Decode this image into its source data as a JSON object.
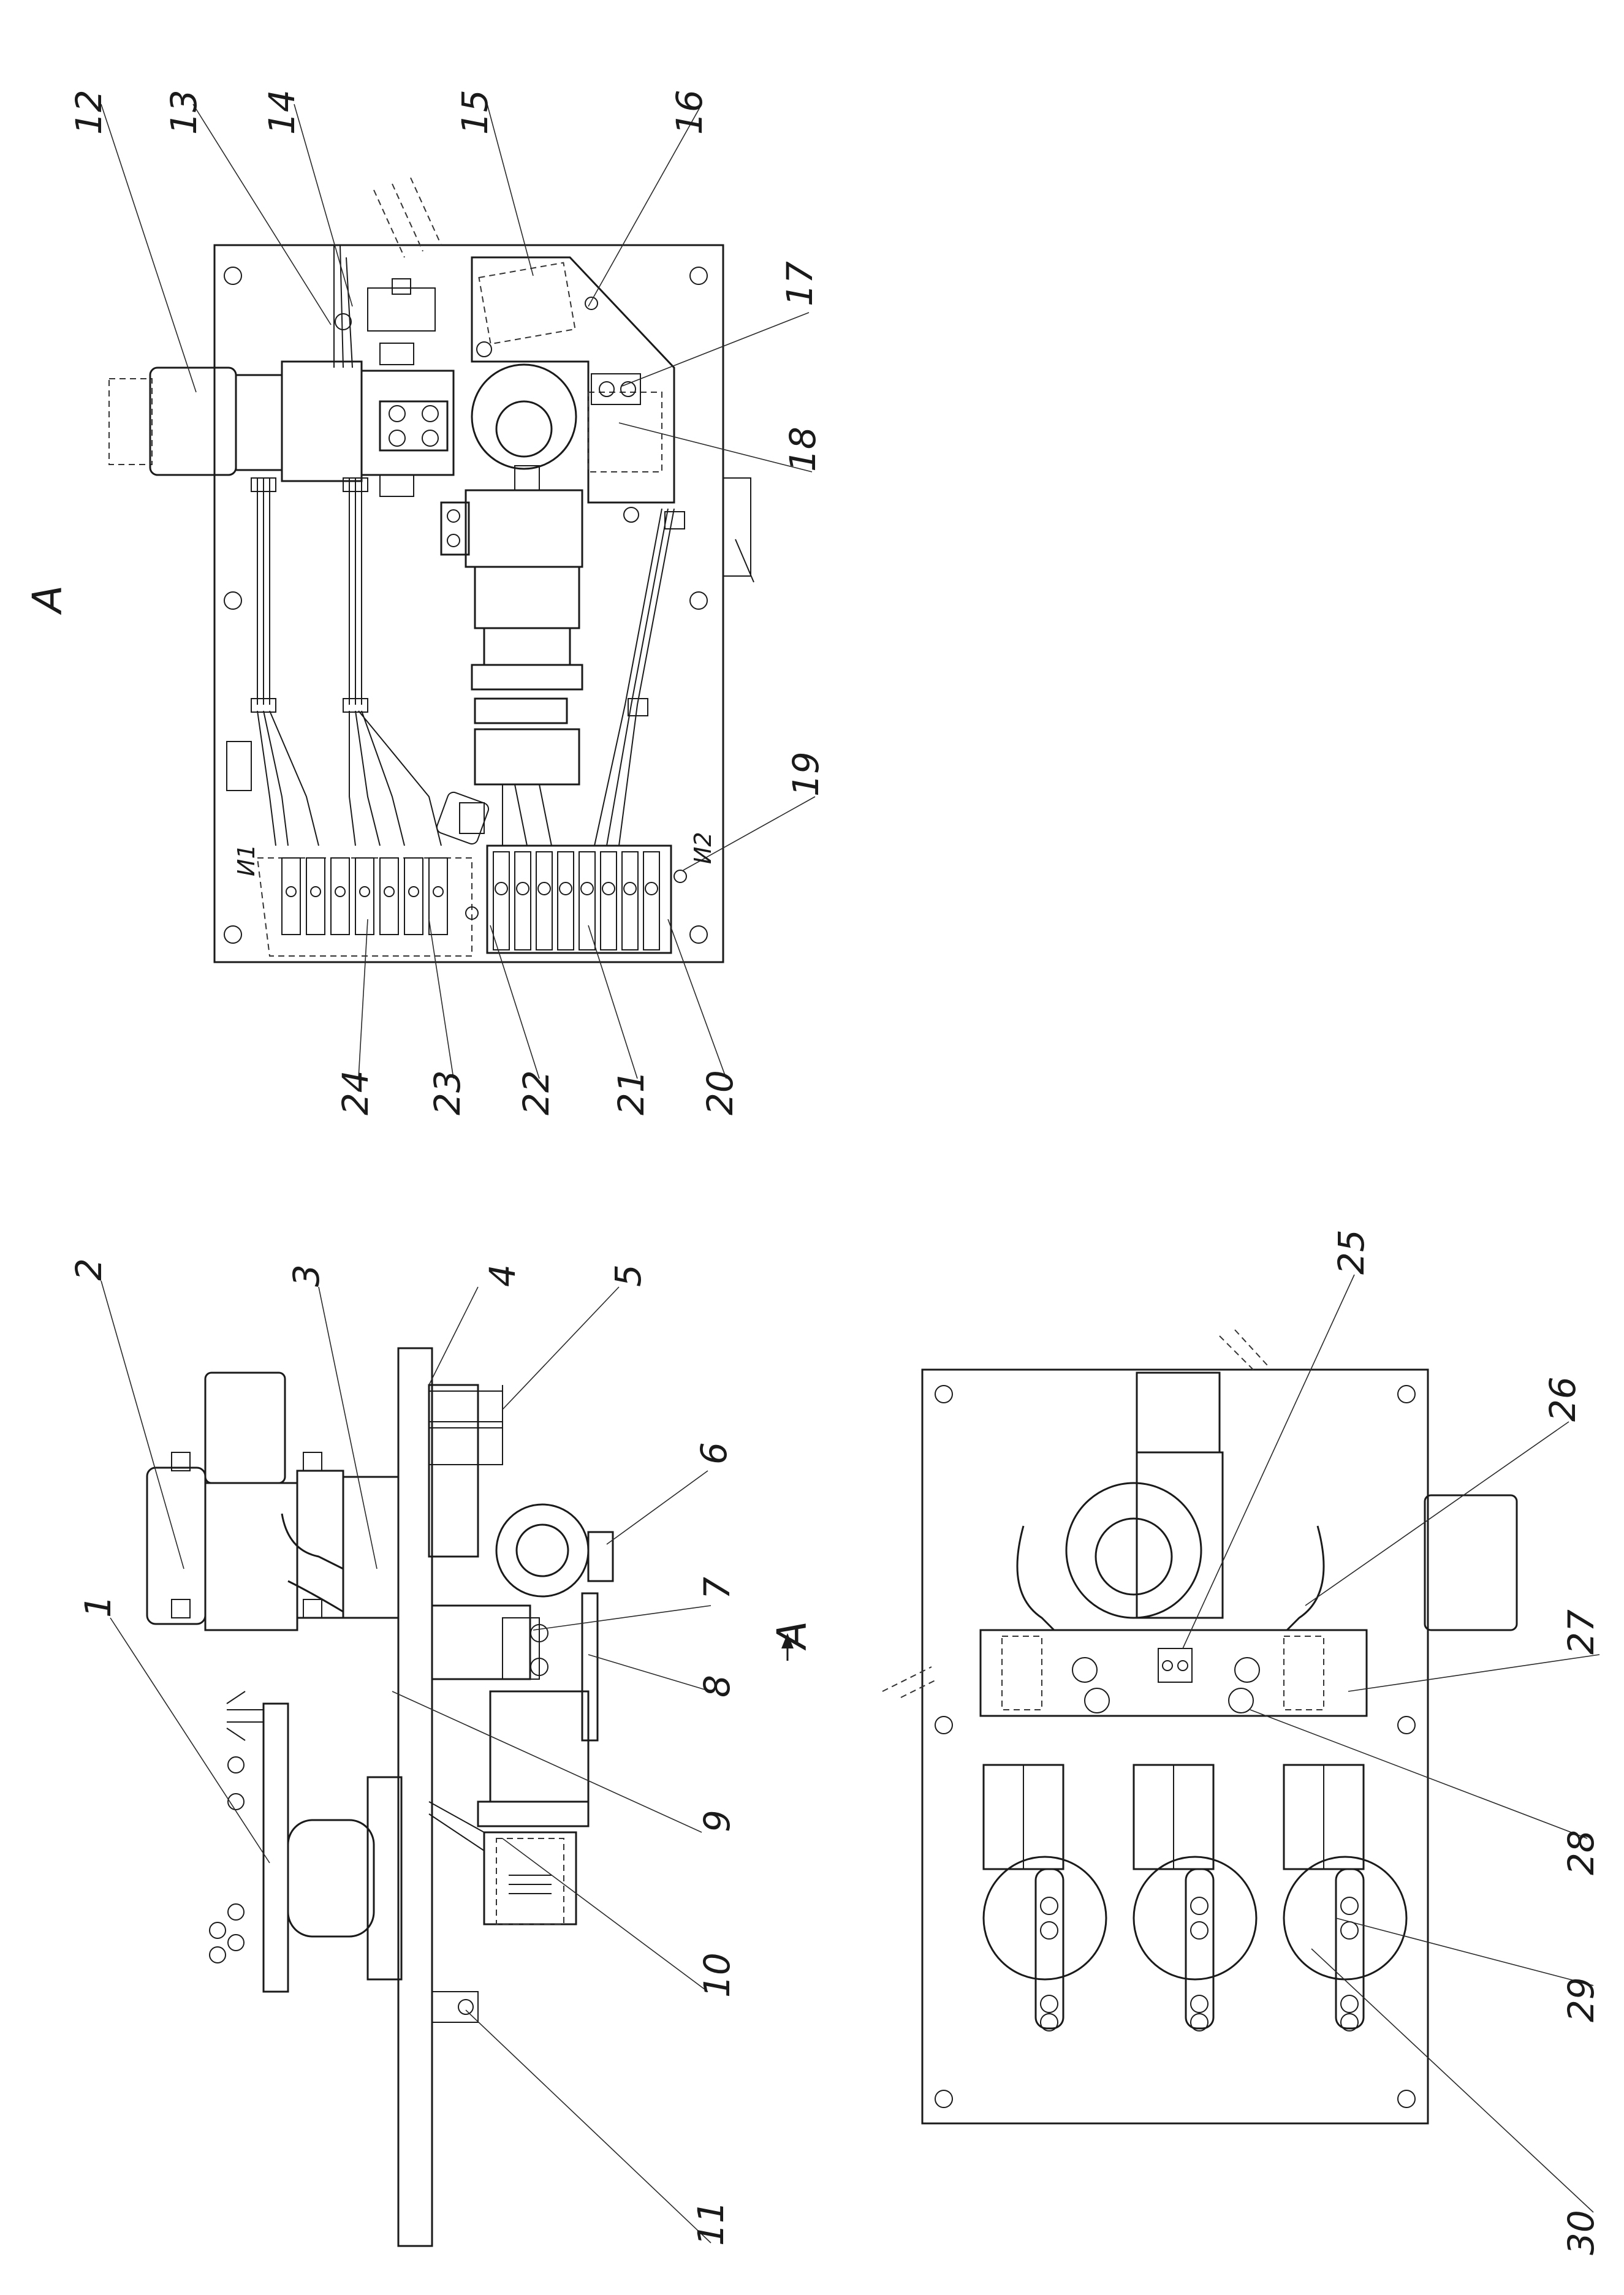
{
  "view_label": "А",
  "arrow_label": "А",
  "markers": {
    "i1": "И1",
    "i2": "И2"
  },
  "callouts": {
    "c1": "1",
    "c2": "2",
    "c3": "3",
    "c4": "4",
    "c5": "5",
    "c6": "6",
    "c7": "7",
    "c8": "8",
    "c9": "9",
    "c10": "10",
    "c11": "11",
    "c12": "12",
    "c13": "13",
    "c14": "14",
    "c15": "15",
    "c16": "16",
    "c17": "17",
    "c18": "18",
    "c19": "19",
    "c20": "20",
    "c21": "21",
    "c22": "22",
    "c23": "23",
    "c24": "24",
    "c25": "25",
    "c26": "26",
    "c27": "27",
    "c28": "28",
    "c29": "29",
    "c30": "30"
  }
}
